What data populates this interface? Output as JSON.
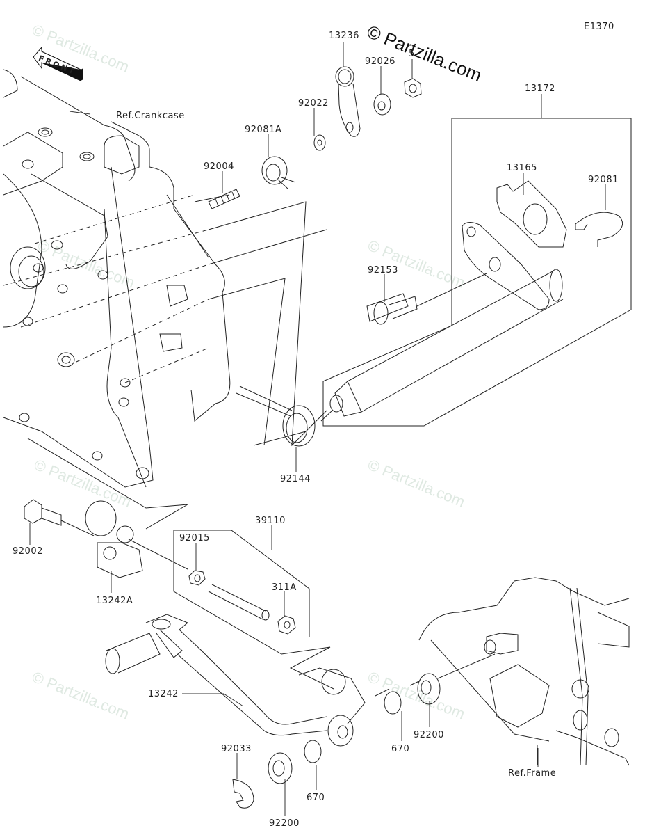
{
  "diagram": {
    "code": "E1370",
    "watermark": "© Partzilla.com",
    "watermark_site": "© Partzilla.com",
    "front_label": "FRONT",
    "references": {
      "crankcase": "Ref.Crankcase",
      "frame": "Ref.Frame"
    },
    "parts": [
      {
        "id": "p13236",
        "number": "13236"
      },
      {
        "id": "p92026",
        "number": "92026"
      },
      {
        "id": "p92022",
        "number": "92022"
      },
      {
        "id": "p92081A",
        "number": "92081A"
      },
      {
        "id": "p92004",
        "number": "92004"
      },
      {
        "id": "p13172",
        "number": "13172"
      },
      {
        "id": "p13165",
        "number": "13165"
      },
      {
        "id": "p92081",
        "number": "92081"
      },
      {
        "id": "p92153",
        "number": "92153"
      },
      {
        "id": "p92144",
        "number": "92144"
      },
      {
        "id": "p92002",
        "number": "92002"
      },
      {
        "id": "p13242A",
        "number": "13242A"
      },
      {
        "id": "p39110",
        "number": "39110"
      },
      {
        "id": "p92015",
        "number": "92015"
      },
      {
        "id": "p311A",
        "number": "311A"
      },
      {
        "id": "p13242",
        "number": "13242"
      },
      {
        "id": "p92033",
        "number": "92033"
      },
      {
        "id": "p92200a",
        "number": "92200"
      },
      {
        "id": "p670a",
        "number": "670"
      },
      {
        "id": "p670b",
        "number": "670"
      },
      {
        "id": "p92200b",
        "number": "92200"
      },
      {
        "id": "p5",
        "number": "5"
      }
    ]
  }
}
